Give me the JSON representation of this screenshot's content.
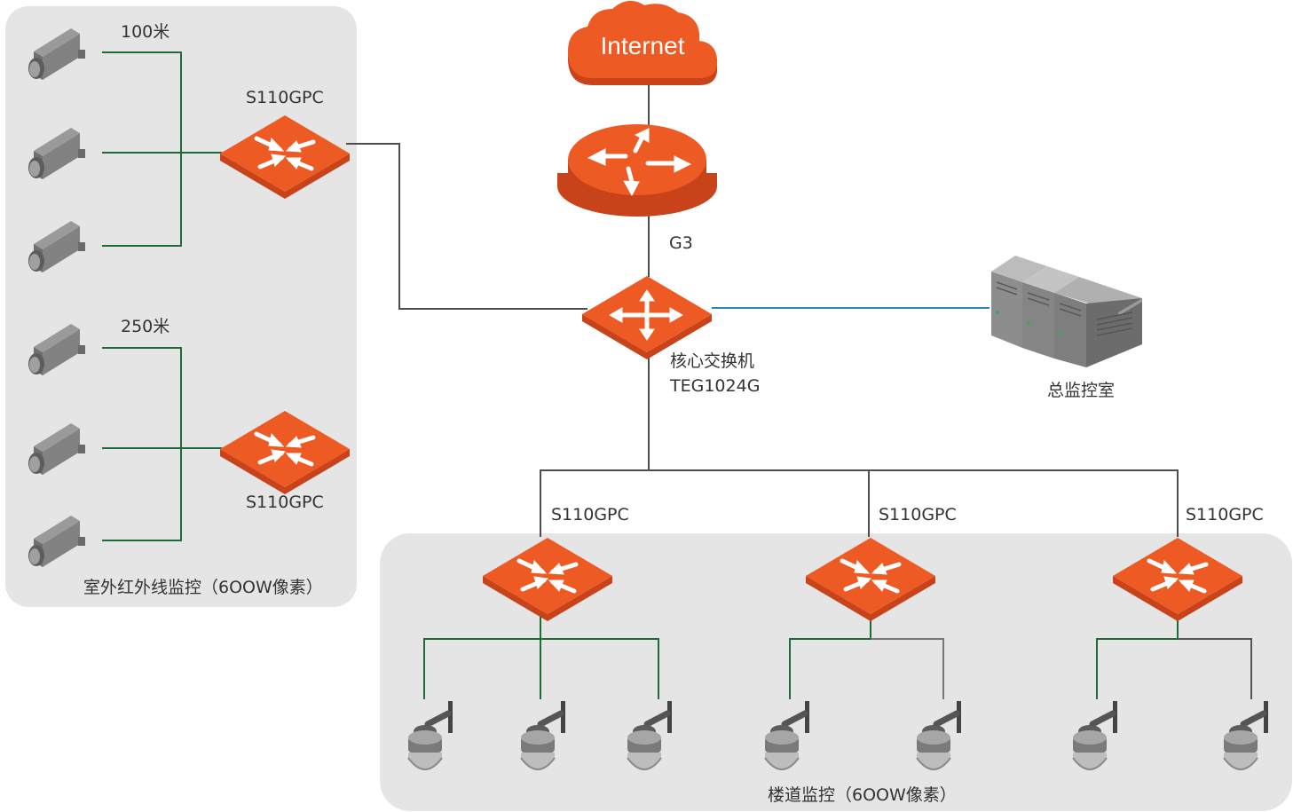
{
  "colors": {
    "accent": "#ee5a24",
    "accent_dark": "#c8431a",
    "zone_background": "#e5e5e5",
    "uplink_line": "#4d4d4d",
    "camera_line": "#1e6b35",
    "server_line": "#2e86b5"
  },
  "internet": {
    "label": "Internet",
    "icon": "cloud-icon"
  },
  "router": {
    "label": "G3",
    "icon": "router-icon"
  },
  "core_switch": {
    "label_line1": "核心交换机",
    "label_line2": "TEG1024G",
    "icon": "switch-icon"
  },
  "monitor_room": {
    "label": "总监控室",
    "icon": "server-rack-icon"
  },
  "outdoor_zone": {
    "caption": "室外红外线监控（6OOW像素）",
    "distance_top": "100米",
    "distance_bottom": "250米",
    "switch_top_label": "S110GPC",
    "switch_bottom_label": "S110GPC",
    "camera_icon": "bullet-camera-icon"
  },
  "corridor_zone": {
    "caption": "楼道监控（6OOW像素）",
    "switch_labels": [
      "S110GPC",
      "S110GPC",
      "S110GPC"
    ],
    "camera_icon": "dome-camera-icon"
  }
}
